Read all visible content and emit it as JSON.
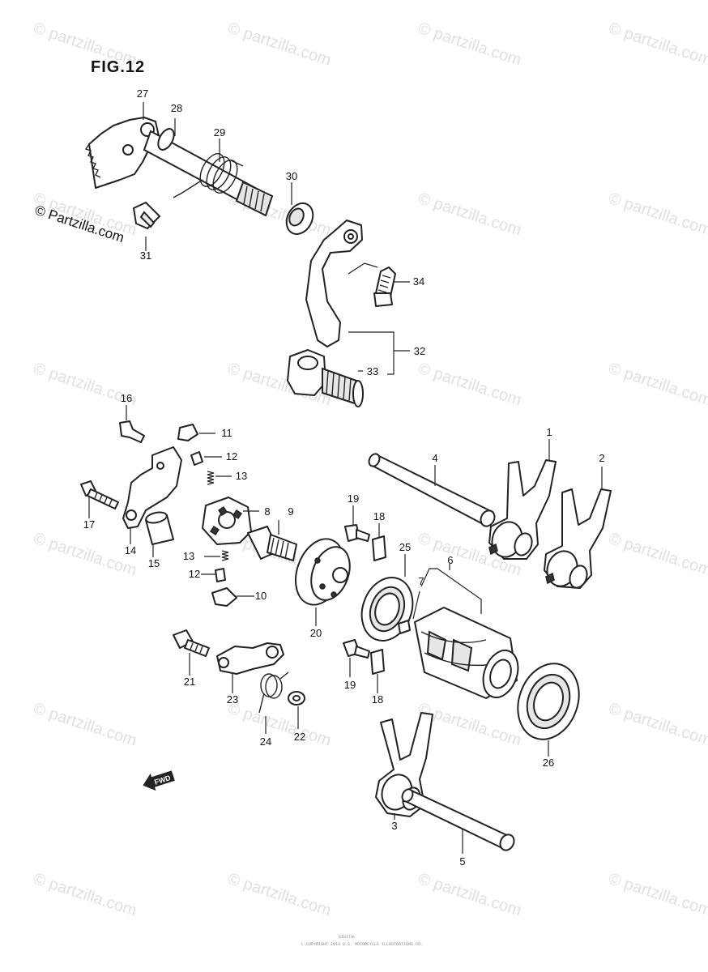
{
  "figure_title": "FIG.12",
  "copyright_text": "© Partzilla.com",
  "watermark_text": "© partzilla.com",
  "fwd_label": "FWD",
  "footer_text": "L.COPYRIGHT 2013 U.S. MOTORCYCLE ILLUSTRATIONS CO.",
  "footer_small": "DIGITAL",
  "callouts": [
    "1",
    "2",
    "3",
    "4",
    "5",
    "6",
    "7",
    "8",
    "9",
    "10",
    "11",
    "12",
    "12",
    "13",
    "13",
    "14",
    "15",
    "16",
    "17",
    "18",
    "18",
    "19",
    "19",
    "20",
    "21",
    "22",
    "23",
    "24",
    "25",
    "26",
    "27",
    "28",
    "29",
    "30",
    "31",
    "32",
    "33",
    "34"
  ]
}
